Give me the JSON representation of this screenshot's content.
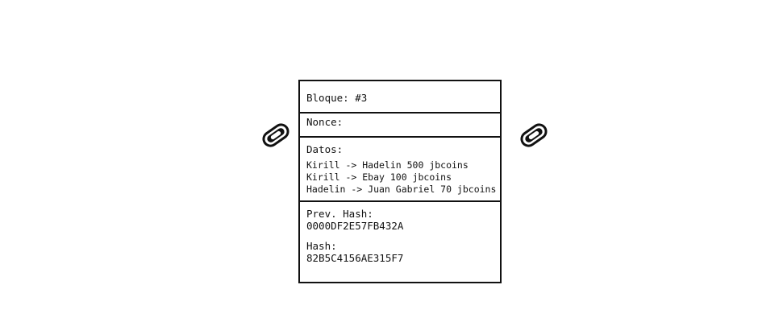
{
  "block": {
    "header_label": "Bloque: #3",
    "nonce_label": "Nonce:",
    "data_label": "Datos:",
    "transactions": [
      "Kirill -> Hadelin 500 jbcoins",
      "Kirill -> Ebay 100 jbcoins",
      "Hadelin -> Juan Gabriel 70 jbcoins"
    ],
    "prev_hash_label": "Prev. Hash:",
    "prev_hash_value": "0000DF2E57FB432A",
    "hash_label": "Hash:",
    "hash_value": "82B5C4156AE315F7"
  },
  "icons": {
    "left": "chain-link-icon",
    "right": "chain-link-icon"
  },
  "colors": {
    "stroke": "#111111",
    "background": "#ffffff"
  }
}
